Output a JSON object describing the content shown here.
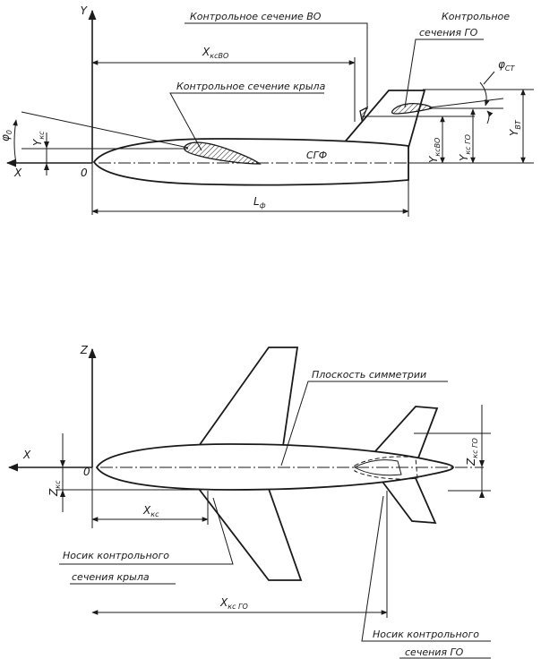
{
  "side_view": {
    "axis_y": "Y",
    "axis_x": "X",
    "origin": "0",
    "label_vo_section": "Контрольное сечение ВО",
    "label_go_section_line1": "Контрольное",
    "label_go_section_line2": "сечения ГО",
    "label_wing_section": "Контрольное сечение крыла",
    "label_sgf": "СГФ",
    "dim_x_ksvo": "X",
    "dim_x_ksvo_sub": "ксВО",
    "dim_l_f": "L",
    "dim_l_f_sub": "ф",
    "ang_phi0": "φ",
    "ang_phi0_sub": "0",
    "dim_y_ks": "Y",
    "dim_y_ks_sub": "кс",
    "dim_y_ksvo": "Y",
    "dim_y_ksvo_sub": "ксВО",
    "dim_y_ksgo": "Y",
    "dim_y_ksgo_sub": "кс ГО",
    "dim_y_vt": "Y",
    "dim_y_vt_sub": "ВТ",
    "ang_phi_st": "φ",
    "ang_phi_st_sub": "СТ"
  },
  "top_view": {
    "axis_z": "Z",
    "axis_x": "X",
    "origin": "0",
    "label_symmetry": "Плоскость симметрии",
    "dim_z_ks": "Z",
    "dim_z_ks_sub": "кс",
    "dim_x_ks": "X",
    "dim_x_ks_sub": "кс",
    "dim_z_ksgo": "Z",
    "dim_z_ksgo_sub": "кс ГО",
    "dim_x_ksgo": "X",
    "dim_x_ksgo_sub": "кс ГО",
    "label_wing_nose_line1": "Носик контрольного",
    "label_wing_nose_line2": "сечения крыла",
    "label_go_nose_line1": "Носик контрольного",
    "label_go_nose_line2": "сечения ГО"
  }
}
